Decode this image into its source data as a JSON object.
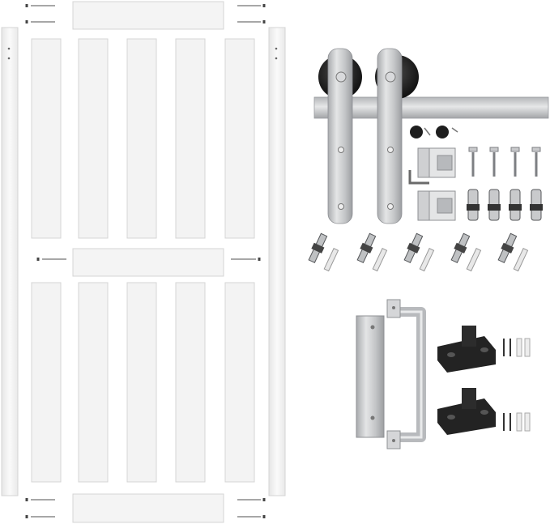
{
  "product": {
    "kit": "barn-door-kit-with-hardware",
    "finish": "brushed-stainless",
    "door_color": "white"
  },
  "door_kit": {
    "stiles": 2,
    "rails": 3,
    "panels": 10
  },
  "hardware_kit": {
    "rollers": 2,
    "track_bar": 1,
    "stoppers": 2,
    "anti_jump_discs": 2,
    "wall_anchor_bolts": 5,
    "handle": 1,
    "floor_guides": 2
  },
  "icons": [
    "screw-icon",
    "bolt-icon",
    "wall-anchor-icon",
    "allen-wrench-icon"
  ],
  "colors": {
    "door": "#f7f7f7",
    "door_edge": "#d9d9d9",
    "steel": "#c9cacc",
    "steel_dark": "#8f9194",
    "black": "#232323"
  }
}
